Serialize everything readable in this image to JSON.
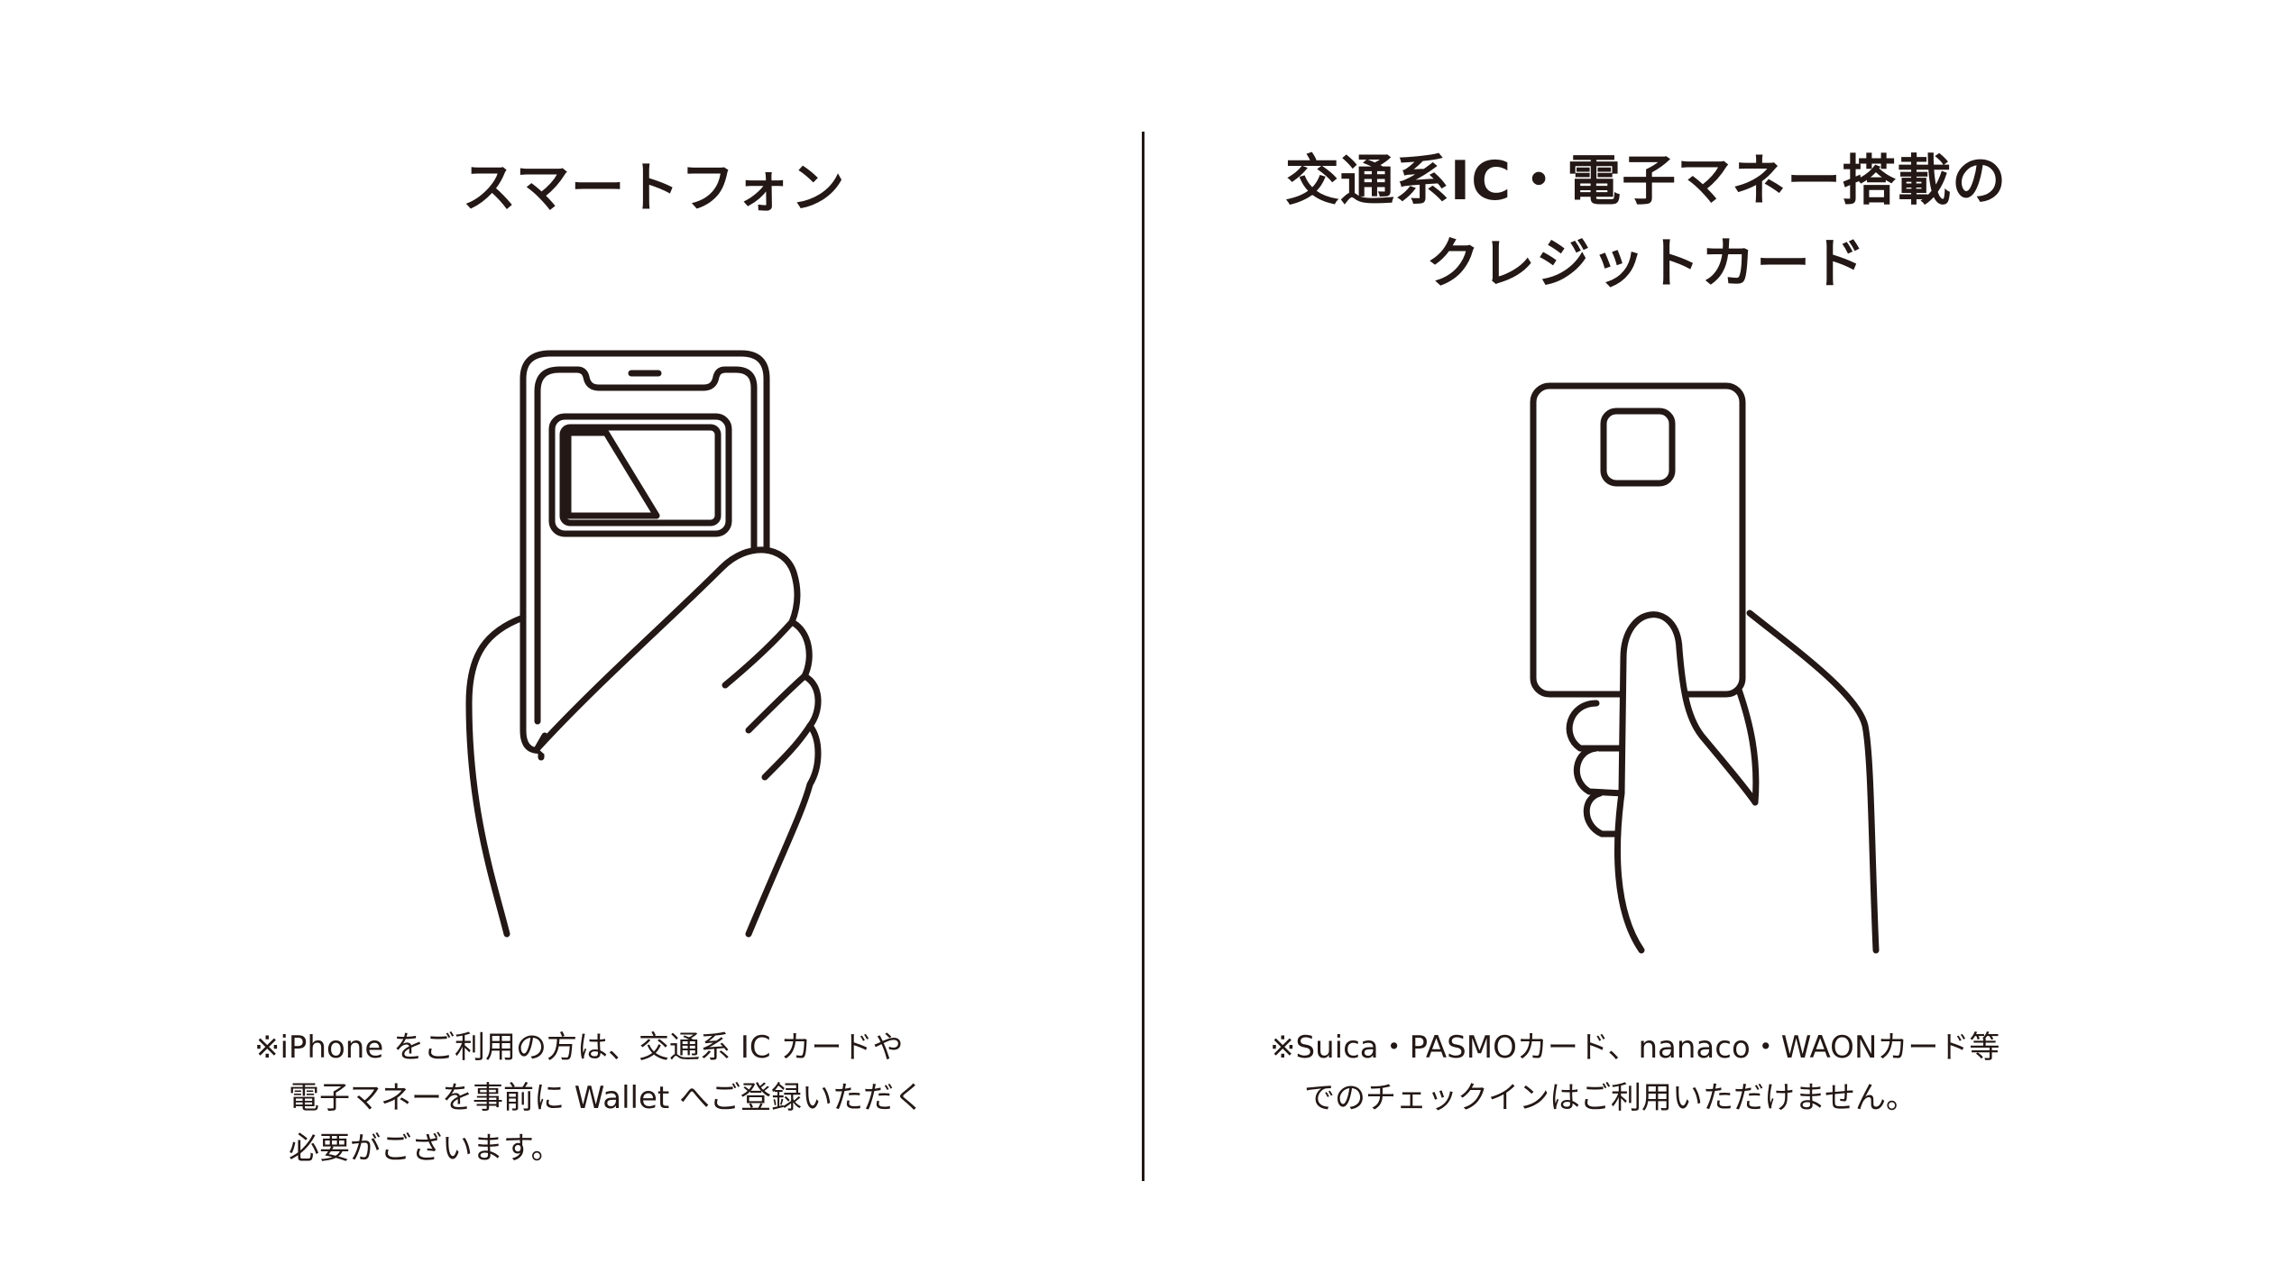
{
  "left": {
    "title": "スマートフォン",
    "note_lines": [
      "※iPhone をご利用の方は、交通系 IC カードや",
      "電子マネーを事前に Wallet へご登録いただく",
      "必要がございます。"
    ]
  },
  "right": {
    "title_lines": [
      "交通系IC・電子マネー搭載の",
      "クレジットカード"
    ],
    "note_lines": [
      "※Suica・PASMOカード、nanaco・WAONカード等",
      "でのチェックインはご利用いただけません。"
    ]
  },
  "colors": {
    "ink": "#231815",
    "background": "#ffffff"
  },
  "icons": {
    "left": "hand-holding-smartphone-icon",
    "right": "hand-holding-card-icon"
  }
}
